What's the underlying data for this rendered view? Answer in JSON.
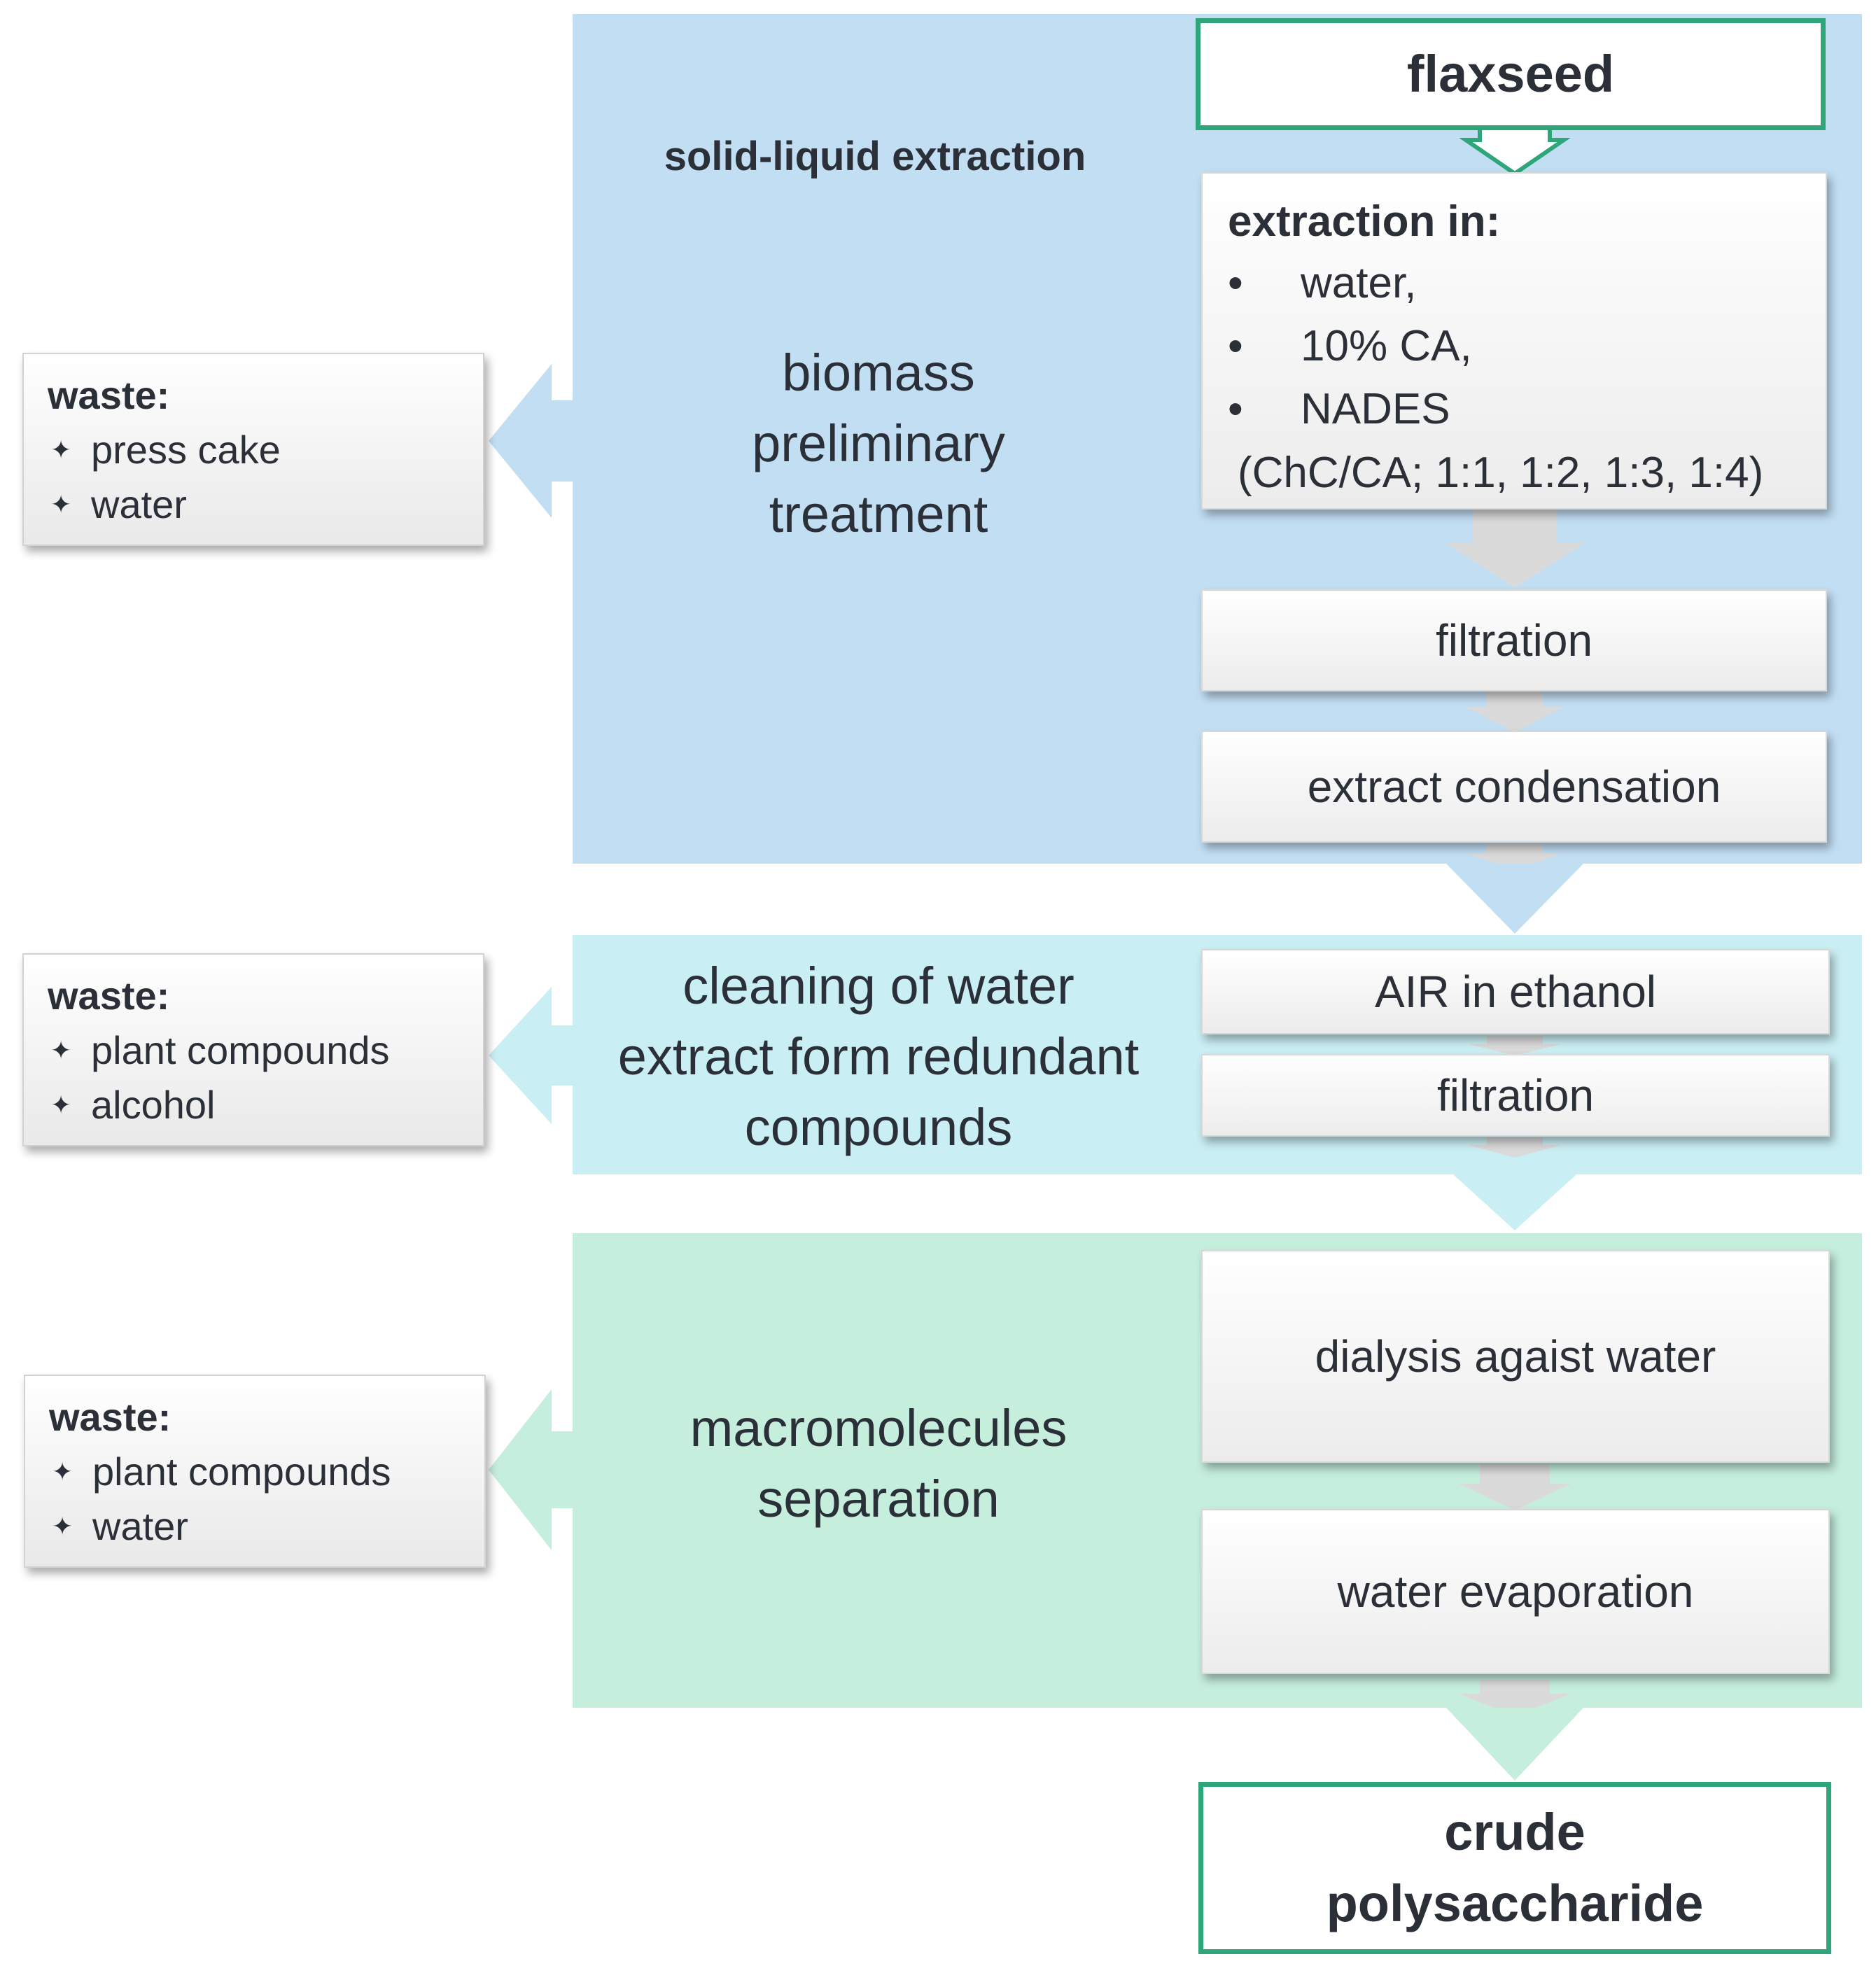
{
  "stages": [
    {
      "label": "biomass preliminary treatment",
      "label_lines": [
        "biomass",
        "preliminary",
        "treatment"
      ],
      "title": "solid-liquid extraction",
      "color": "#c2def3",
      "waste": {
        "title": "waste:",
        "items": [
          "press cake",
          "water"
        ]
      }
    },
    {
      "label": "cleaning of water extract form redundant compounds",
      "label_lines": [
        "cleaning of water",
        "extract form redundant",
        "compounds"
      ],
      "color": "#c9eef3",
      "waste": {
        "title": "waste:",
        "items": [
          "plant compounds",
          "alcohol"
        ]
      }
    },
    {
      "label": "macromolecules separation",
      "label_lines": [
        "macromolecules",
        "separation"
      ],
      "color": "#c5eedd",
      "waste": {
        "title": "waste:",
        "items": [
          "plant compounds",
          "water"
        ]
      }
    }
  ],
  "flow": {
    "start": "flaxseed",
    "extraction": {
      "heading": "extraction in:",
      "solvents": [
        "water,",
        "10% CA,",
        "NADES"
      ],
      "note": "(ChC/CA; 1:1, 1:2, 1:3, 1:4)"
    },
    "steps_stage1": [
      "filtration",
      "extract condensation"
    ],
    "steps_stage2": [
      "AIR in ethanol",
      "filtration"
    ],
    "steps_stage3": [
      "dialysis agaist water",
      "water evaporation"
    ],
    "end_lines": [
      "crude",
      "polysaccharide"
    ]
  },
  "colors": {
    "start_end_border": "#2ea67a",
    "step_arrow": "#d9d9d9"
  },
  "icons": {
    "bullet": "•",
    "waste_bullet": "✦"
  }
}
